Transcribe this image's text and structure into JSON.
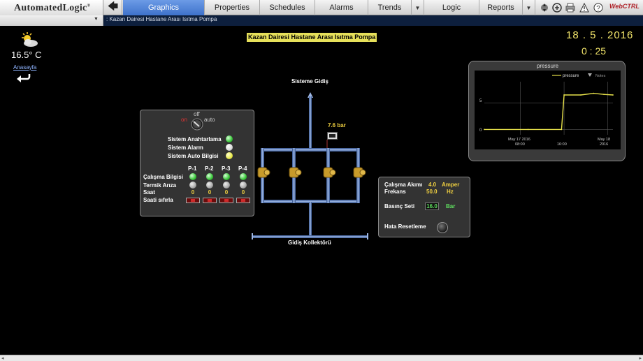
{
  "app": {
    "logo": "AutomatedLogic",
    "logo_reg": "®",
    "brand_right": "WebCTRL",
    "breadcrumb": ": Kazan Dairesi Hastane Arası Isıtma Pompa"
  },
  "nav": {
    "tabs": [
      {
        "label": "Graphics",
        "active": true
      },
      {
        "label": "Properties",
        "active": false
      },
      {
        "label": "Schedules",
        "active": false
      },
      {
        "label": "Alarms",
        "active": false
      },
      {
        "label": "Trends",
        "active": false
      },
      {
        "label": "Logic",
        "active": false
      },
      {
        "label": "Reports",
        "active": false
      }
    ],
    "dropdown_glyph": "▼",
    "back_glyph": "🡄",
    "tool_icons": [
      "navigation-icon",
      "print-icon",
      "alert-icon",
      "help-icon"
    ]
  },
  "weather": {
    "temperature": "16.5° C",
    "home_link": "Anasayfa",
    "icon": "sun-cloud-icon"
  },
  "header": {
    "title": "Kazan Dairesi Hastane Arası Isıtma Pompa",
    "date": "18 . 5 . 2016",
    "time": "0 : 25"
  },
  "trend": {
    "title": "pressure",
    "legend_series": "pressure",
    "legend_notes": "Notes",
    "y_ticks": [
      "5",
      "0"
    ],
    "x_ticks": [
      {
        "line1": "May 17 2016",
        "line2": "08:00"
      },
      {
        "line1": "",
        "line2": "16:00"
      },
      {
        "line1": "May 18",
        "line2": "2016"
      }
    ]
  },
  "chart_data": {
    "type": "line",
    "title": "pressure",
    "series": [
      {
        "name": "pressure",
        "color": "#e6e04a",
        "x": [
          "May 17 00:00",
          "May 17 08:00",
          "May 17 14:00",
          "May 17 16:00",
          "May 17 18:00",
          "May 17 20:00",
          "May 17 22:00",
          "May 18 00:00"
        ],
        "values": [
          0,
          0,
          0,
          6.5,
          6.5,
          6.8,
          6.6,
          6.5
        ]
      }
    ],
    "ylim": [
      -1,
      9
    ],
    "grid": true
  },
  "control_panel": {
    "switch_on": "on",
    "switch_off": "off",
    "switch_auto": "auto",
    "rows": [
      {
        "label": "Sistem Anahtarlama",
        "state": "green"
      },
      {
        "label": "Sistem Alarm",
        "state": "white"
      },
      {
        "label": "Sistem Auto Bilgisi",
        "state": "yellow"
      }
    ],
    "pump_headers": [
      "P-1",
      "P-2",
      "P-3",
      "P-4"
    ],
    "calisma_label": "Çalışma Bilgisi",
    "termik_label": "Termik Arıza",
    "saat_label": "Saat",
    "saat_reset_label": "Saati sıfırla",
    "calisma_states": [
      "green",
      "green",
      "green",
      "green"
    ],
    "termik_states": [
      "gray",
      "gray",
      "gray",
      "gray"
    ],
    "saat_values": [
      "0",
      "0",
      "0",
      "0"
    ]
  },
  "piping": {
    "supply_label": "Sisteme Gidiş",
    "collector_label": "Gidiş Kollektörü",
    "gauge_value": "7.6  bar"
  },
  "info_panel": {
    "current_label": "Çalışma Akımı",
    "current_value": "4.0",
    "current_unit": "Amper",
    "freq_label": "Frekans",
    "freq_value": "50.0",
    "freq_unit": "Hz",
    "pressure_label": "Basınç Seti",
    "pressure_value": "16.0",
    "pressure_unit": "Bar",
    "fault_label": "Hata Resetleme"
  }
}
